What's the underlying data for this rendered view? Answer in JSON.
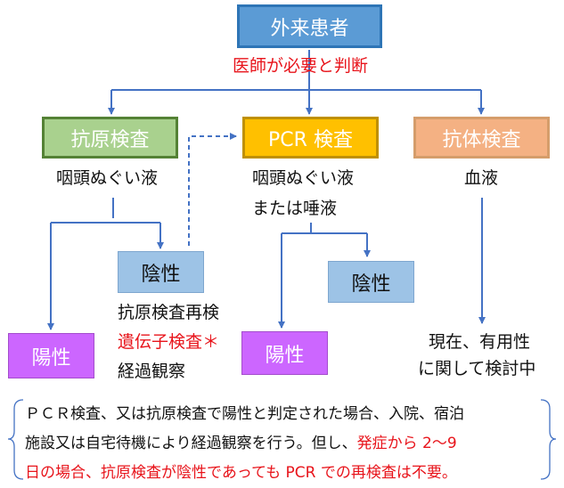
{
  "nodes": {
    "outpatient": "外来患者",
    "doctor_decision": "医師が必要と判断",
    "antigen_test": "抗原検査",
    "pcr_test": "PCR 検査",
    "antibody_test": "抗体検査",
    "antigen_sample": "咽頭ぬぐい液",
    "pcr_sample_line1": "咽頭ぬぐい液",
    "pcr_sample_line2": "または唾液",
    "antibody_sample": "血液",
    "antigen_negative": "陰性",
    "antigen_positive": "陽性",
    "pcr_negative": "陰性",
    "pcr_positive": "陽性",
    "followup_line1": "抗原検査再検",
    "followup_line2": "遺伝子検査＊",
    "followup_line3": "経過観察",
    "antibody_note_line1": "現在、有用性",
    "antibody_note_line2": "に関して検討中"
  },
  "note": {
    "line1": "ＰＣＲ検査、又は抗原検査で陽性と判定された場合、入院、宿泊",
    "line2_normal": "施設又は自宅待機により経過観察を行う。但し、",
    "line2_red": "発症から 2～9",
    "line3_red": "日の場合、抗原検査が陰性であっても PCR での再検査は不要。"
  },
  "colors": {
    "blue_fill": "#5b9bd5",
    "blue_border": "#2e75b6",
    "green_fill": "#a9d18e",
    "green_border": "#548235",
    "orange_fill": "#ffc000",
    "orange_border": "#bf9000",
    "salmon_fill": "#f4b183",
    "light_blue_fill": "#9dc3e6",
    "purple_fill": "#cc66ff",
    "red_text": "#e8141b",
    "line": "#4472c4"
  }
}
